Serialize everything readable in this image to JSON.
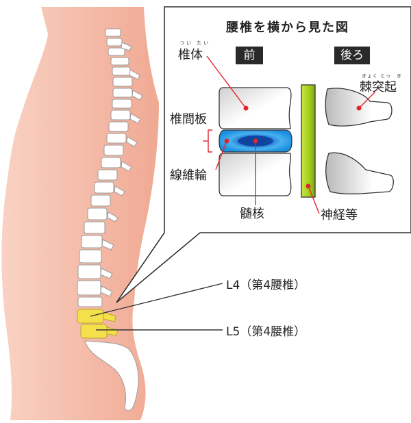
{
  "panel": {
    "title": "腰椎を横から見た図",
    "front_tag": "前",
    "back_tag": "後ろ"
  },
  "labels": {
    "vertebral_body": {
      "ruby": "つい たい",
      "text": "椎体"
    },
    "intervertebral_disc": "椎間板",
    "annulus_fibrosus": "線維輪",
    "nucleus_pulposus": "髄核",
    "nerves": "神経等",
    "spinous_process": {
      "ruby": "きょく とっ　き",
      "text": "棘突起"
    }
  },
  "callouts": {
    "l4": "L4（第4腰椎）",
    "l5": "L5（第4腰椎）"
  },
  "colors": {
    "skin": "#f6c4b4",
    "lumbar_highlight": "#f3e04a",
    "disc_blue": "#1a8ee0",
    "nerve_green": "#a8d21e",
    "leader_red": "#e2242b"
  }
}
